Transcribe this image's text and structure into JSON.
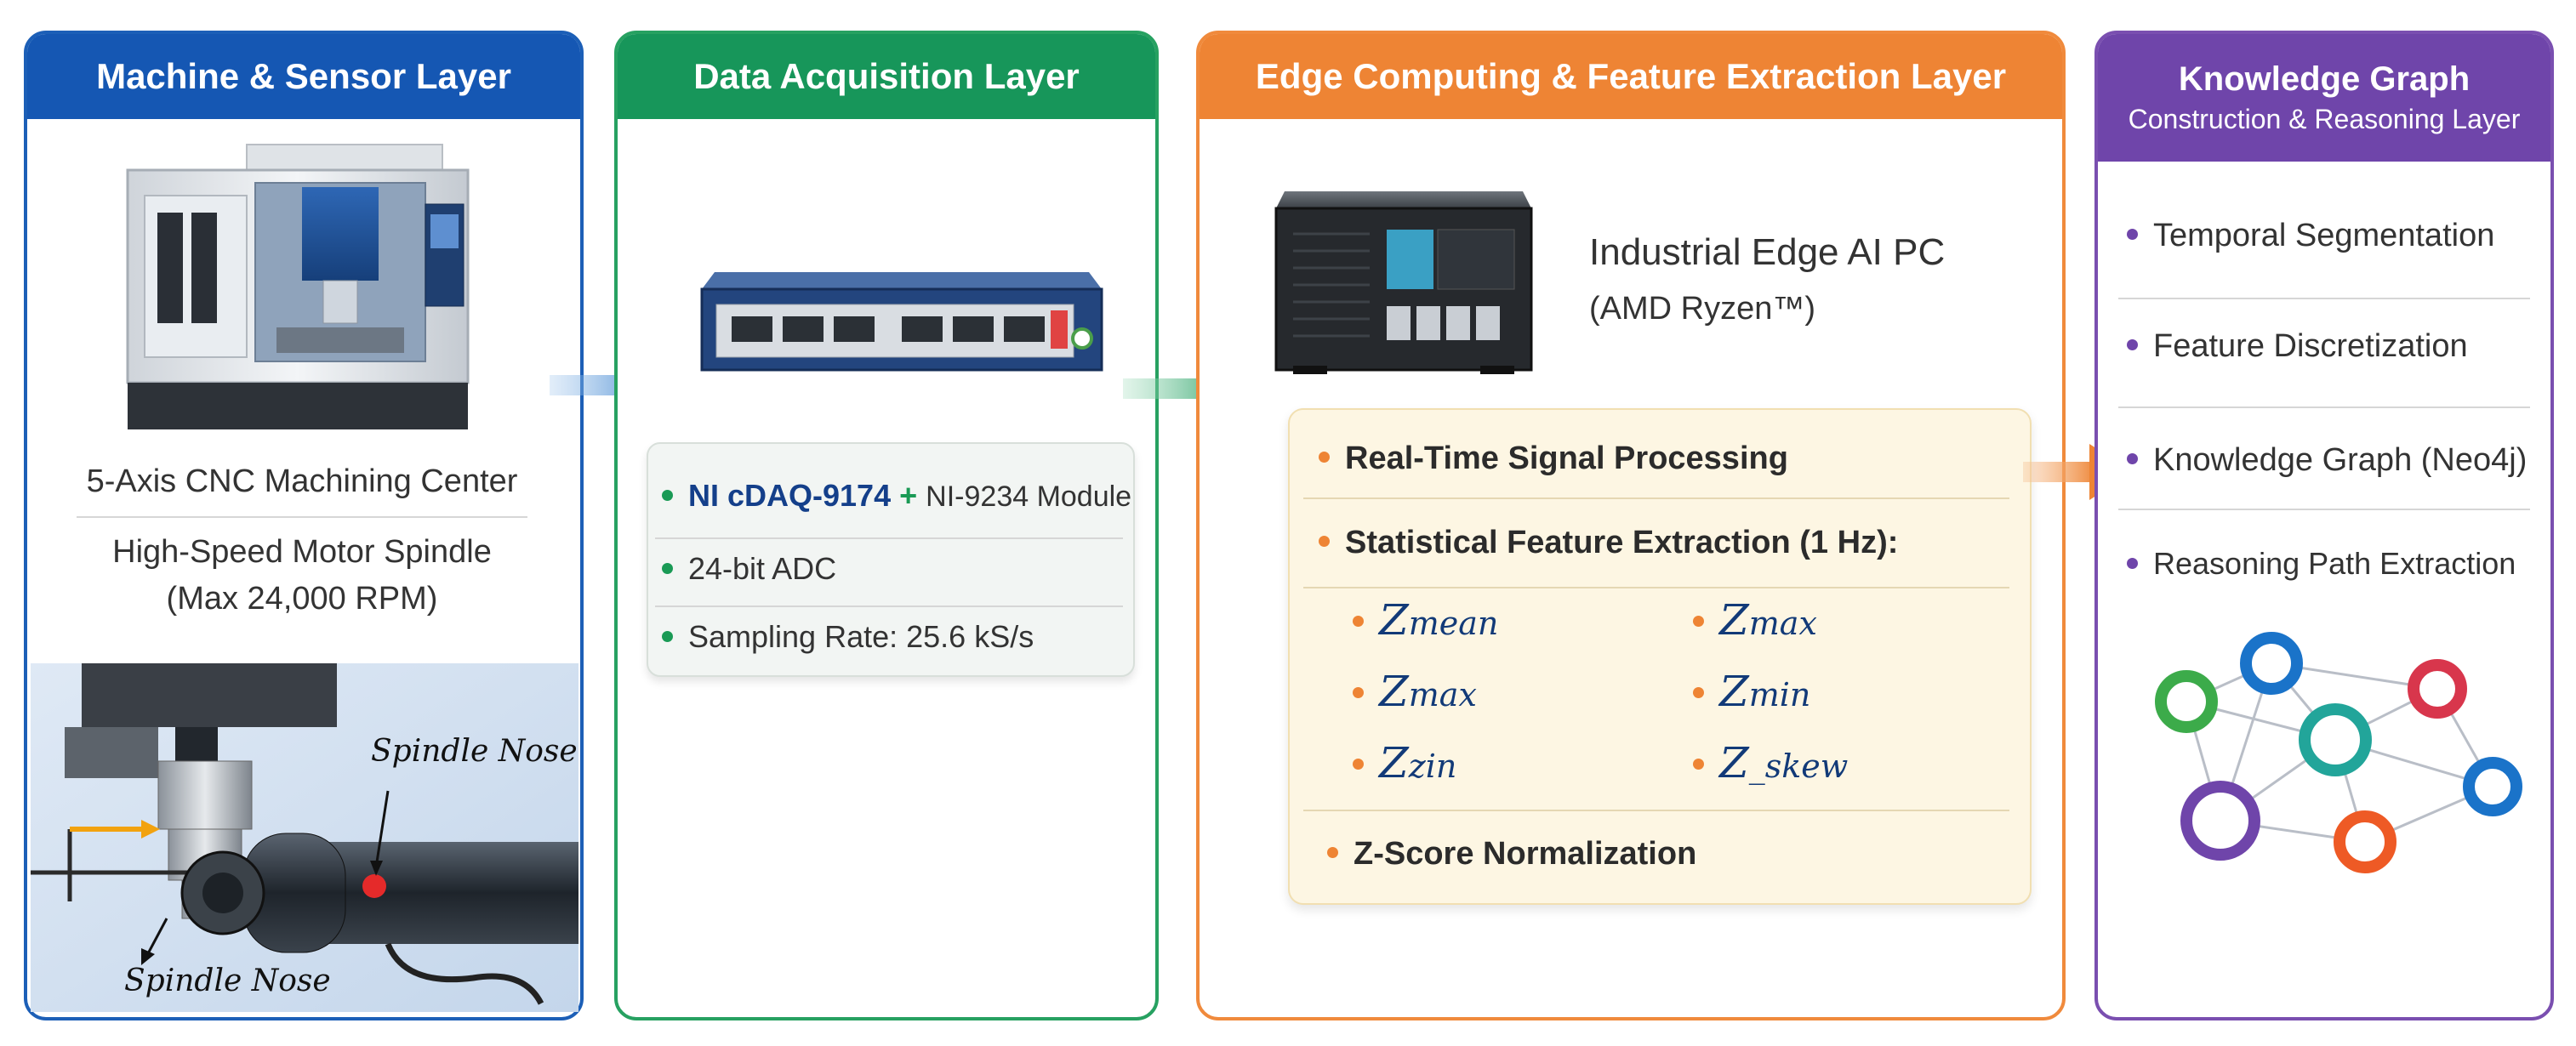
{
  "colors": {
    "layer1": "#1557b3",
    "layer2": "#17965a",
    "layer3": "#ee8434",
    "layer4": "#6f45aa",
    "green_bullet": "#1a9a55",
    "orange_bullet": "#ee8434",
    "purple_bullet": "#6f45aa",
    "formula": "#123a78"
  },
  "layer1": {
    "title": "Machine & Sensor Layer",
    "cnc_label": "5-Axis CNC Machining Center",
    "spindle_line1": "High-Speed Motor Spindle",
    "spindle_line2": "(Max 24,000 RPM)",
    "spindle_nose_top": "Spindle Nose",
    "spindle_nose_bottom": "Spindle Nose",
    "icons": [
      "cnc-machine-illustration",
      "spindle-sensor-illustration"
    ]
  },
  "layer2": {
    "title": "Data Acquisition Layer",
    "device_icon": "daq-chassis-illustration",
    "item1_main": "NI cDAQ-9174",
    "item1_plus": "+",
    "item1_module": "NI-9234 Module",
    "item2": "24-bit ADC",
    "item3": "Sampling Rate: 25.6 kS/s"
  },
  "layer3": {
    "title": "Edge Computing & Feature Extraction Layer",
    "pc_name": "Industrial Edge AI PC",
    "pc_cpu": "(AMD Ryzen™)",
    "bullet1": "Real-Time Signal Processing",
    "bullet2": "Statistical Feature Extraction (1 Hz):",
    "features": [
      {
        "z": "Z",
        "sub": "mean"
      },
      {
        "z": "Z",
        "sub": "max"
      },
      {
        "z": "Z",
        "sub": "max"
      },
      {
        "z": "Z",
        "sub": "min"
      },
      {
        "z": "Z",
        "sub": "zin"
      },
      {
        "z": "Z",
        "sub": "_skew"
      }
    ],
    "bullet3": "Z-Score Normalization"
  },
  "layer4": {
    "title_line1": "Knowledge Graph",
    "title_line2": "Construction & Reasoning Layer",
    "items": [
      "Temporal Segmentation",
      "Feature Discretization",
      "Knowledge Graph (Neo4j)",
      "Reasoning Path Extraction"
    ],
    "graph_icon": "knowledge-graph-network-icon"
  }
}
